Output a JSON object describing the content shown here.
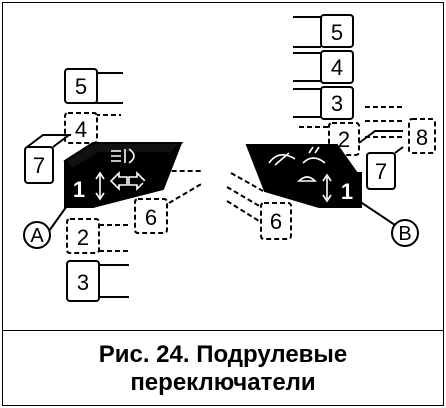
{
  "figure": {
    "caption_line1": "Рис. 24. Подрулевые",
    "caption_line2": "переключатели"
  },
  "left_switch": {
    "callout": "A",
    "lever_number": "1",
    "positions": {
      "p2": "2",
      "p3": "3",
      "p4": "4",
      "p5": "5",
      "p6": "6",
      "p7": "7"
    },
    "icons": [
      "headlight-icon",
      "turn-signal-arrows-icon",
      "up-down-arrow-icon"
    ]
  },
  "right_switch": {
    "callout": "B",
    "lever_number": "1",
    "positions": {
      "p2": "2",
      "p3": "3",
      "p4": "4",
      "p5": "5",
      "p6": "6",
      "p7": "7",
      "p8": "8"
    },
    "icons": [
      "windshield-wiper-icon",
      "washer-icon",
      "up-down-arrow-icon"
    ]
  },
  "colors": {
    "line": "#000000",
    "background": "#ffffff",
    "lever_fill": "#000000"
  }
}
